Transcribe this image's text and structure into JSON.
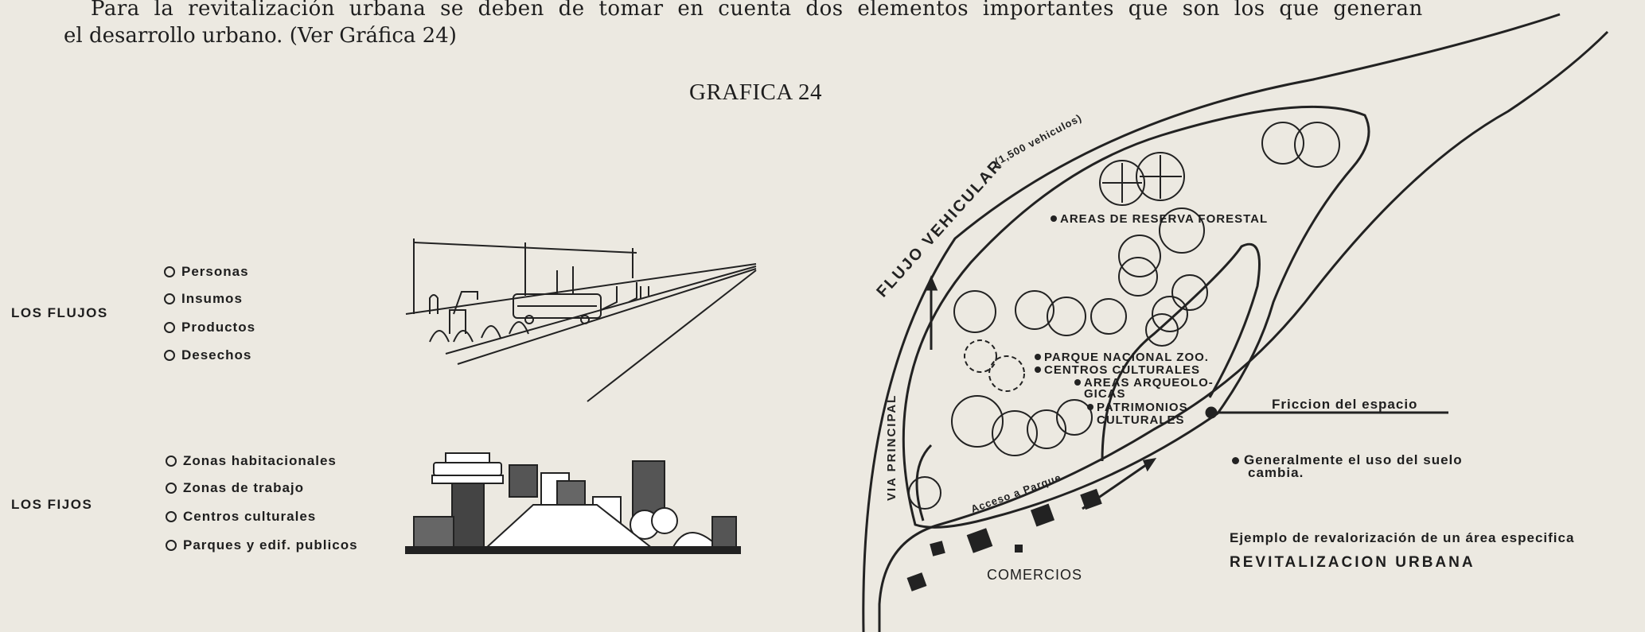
{
  "intro": {
    "line1": "Para la revitalización urbana se deben de tomar en cuenta dos elementos importantes que son los que generan",
    "line2": "el desarrollo urbano.  (Ver Gráfica 24)"
  },
  "figure_title": "GRAFICA 24",
  "flujos": {
    "label": "LOS FLUJOS",
    "items": [
      "Personas",
      "Insumos",
      "Productos",
      "Desechos"
    ]
  },
  "fijos": {
    "label": "LOS FIJOS",
    "items": [
      "Zonas habitacionales",
      "Zonas de trabajo",
      "Centros culturales",
      "Parques y edif. publicos"
    ]
  },
  "map": {
    "flujo_vehicular": "FLUJO VEHICULAR",
    "vehiculos": "(1,500 vehiculos)",
    "via_principal": "VIA PRINCIPAL",
    "acceso": "Acceso a Parque",
    "reserva": "AREAS DE RESERVA FORESTAL",
    "parque": "PARQUE NACIONAL ZOO.",
    "centros": "CENTROS CULTURALES",
    "areas_arq_1": "AREAS ARQUEOLO-",
    "areas_arq_2": "GICAS",
    "patrimonios_1": "PATRIMONIOS",
    "patrimonios_2": "CULTURALES",
    "friccion": "Friccion del espacio",
    "generalmente_1": "Generalmente el uso del suelo",
    "generalmente_2": "cambia.",
    "comercios": "COMERCIOS",
    "ejemplo": "Ejemplo de revalorización de un área especifica",
    "revitalizacion": "REVITALIZACION URBANA"
  }
}
